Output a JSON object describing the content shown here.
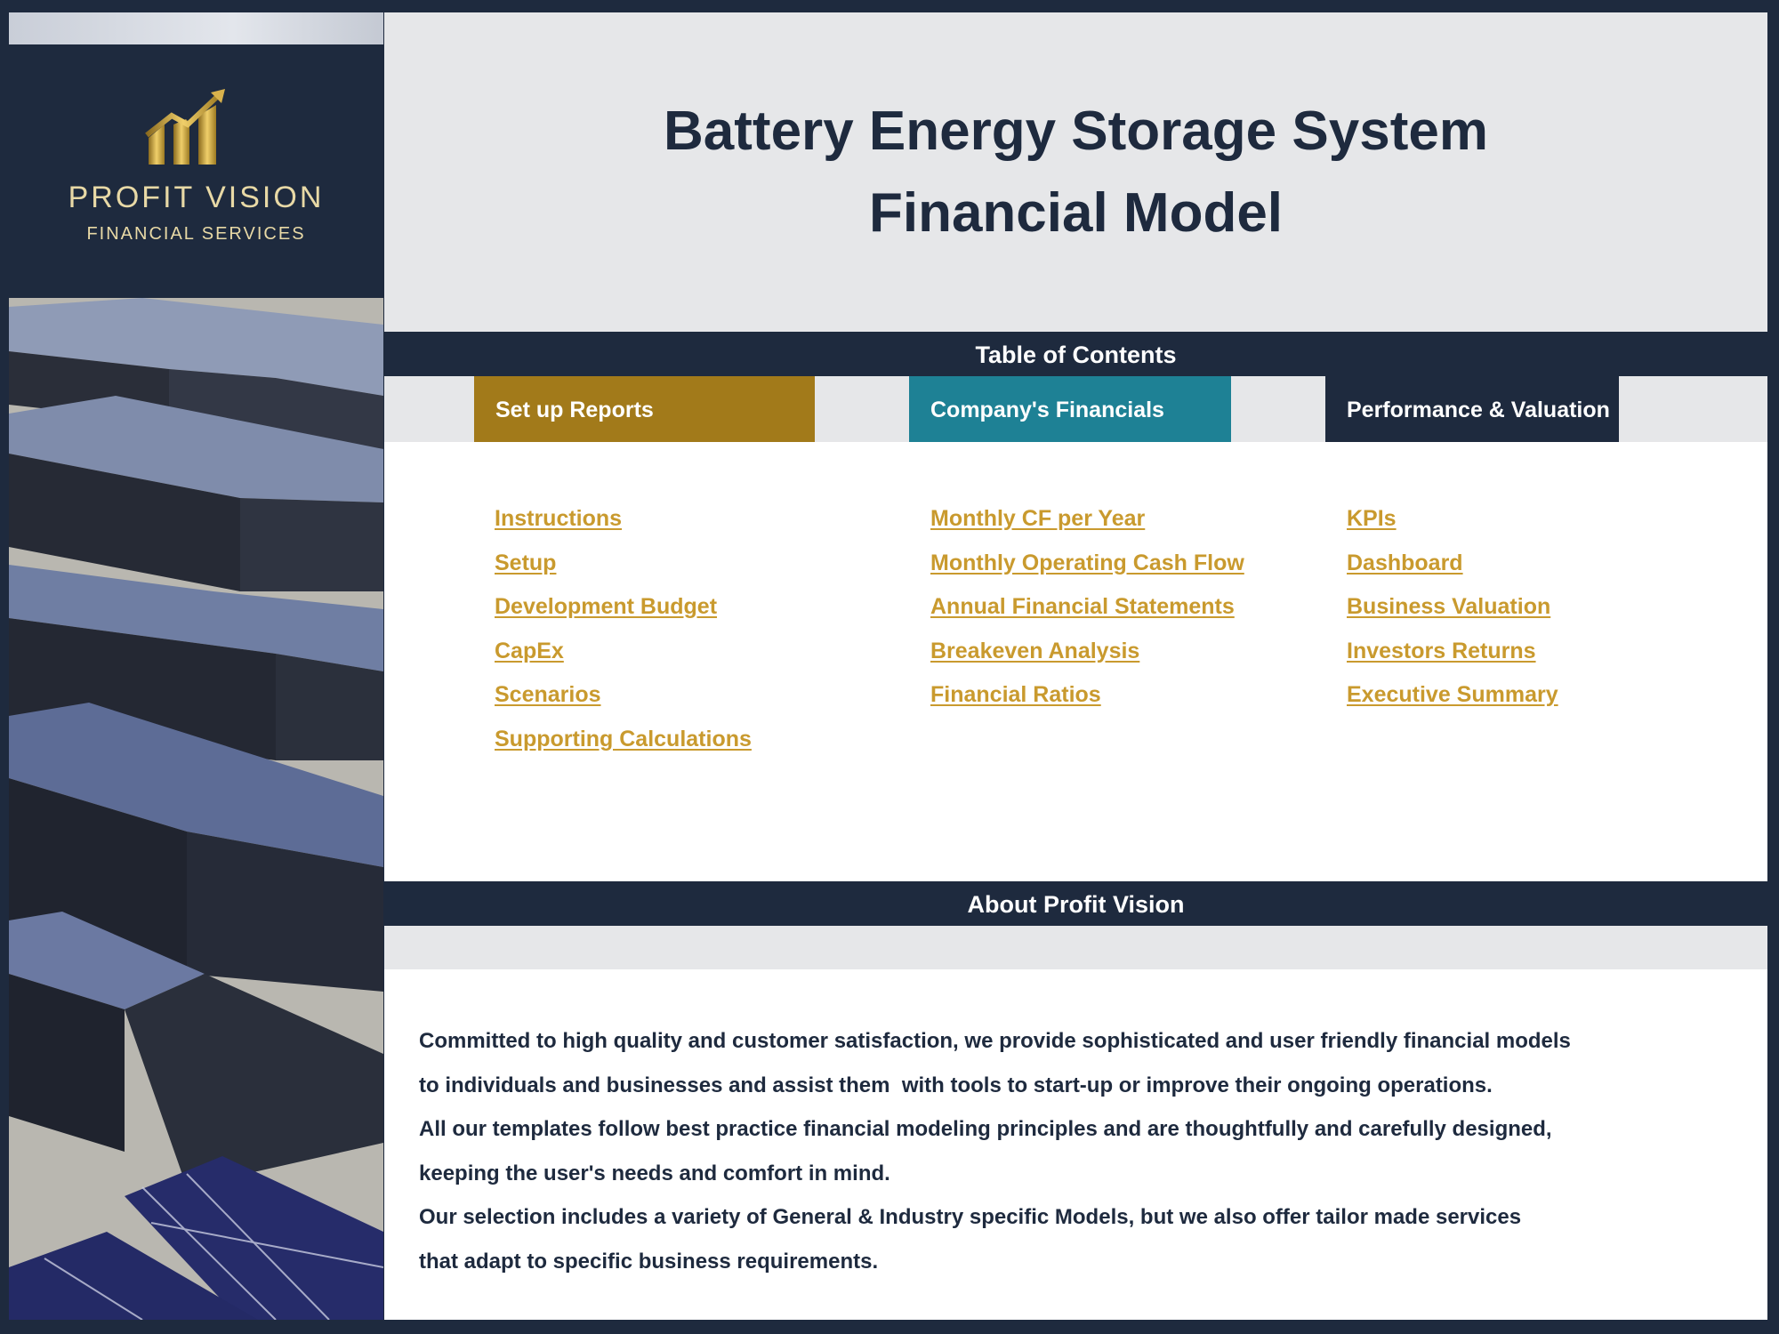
{
  "brand": {
    "name": "PROFIT VISION",
    "tagline": "FINANCIAL SERVICES",
    "logo_icon": "rising-bar-chart-arrow-icon",
    "colors": {
      "navy": "#1e2a3e",
      "gold": "#a27a1a",
      "teal": "#1e8195",
      "link_gold": "#c99a2e",
      "light_gray": "#e6e7e9"
    }
  },
  "header": {
    "title_line1": "Battery Energy Storage System",
    "title_line2": "Financial Model"
  },
  "toc": {
    "title": "Table of Contents",
    "categories": [
      {
        "label": "Set up Reports",
        "links": [
          "Instructions",
          "Setup",
          "Development Budget",
          "CapEx",
          "Scenarios",
          "Supporting Calculations"
        ]
      },
      {
        "label": "Company's Financials",
        "links": [
          "Monthly CF per Year",
          "Monthly Operating Cash Flow",
          "Annual Financial Statements",
          "Breakeven Analysis",
          "Financial Ratios"
        ]
      },
      {
        "label": "Performance & Valuation",
        "links": [
          "KPIs",
          "Dashboard",
          "Business Valuation",
          "Investors Returns",
          "Executive Summary"
        ]
      }
    ]
  },
  "about": {
    "title": "About Profit Vision",
    "lines": [
      "Committed to high quality and customer satisfaction, we provide sophisticated and user friendly financial models",
      "to individuals and businesses and assist them  with tools to start-up or improve their ongoing operations.",
      "All our templates follow best practice financial modeling principles and are thoughtfully and carefully designed,",
      "keeping the user's needs and comfort in mind.",
      "Our selection includes a variety of General & Industry specific Models, but we also offer tailor made services",
      "that adapt to specific business requirements."
    ]
  },
  "photo": {
    "description": "battery-energy-storage-containers-with-solar-panels"
  }
}
